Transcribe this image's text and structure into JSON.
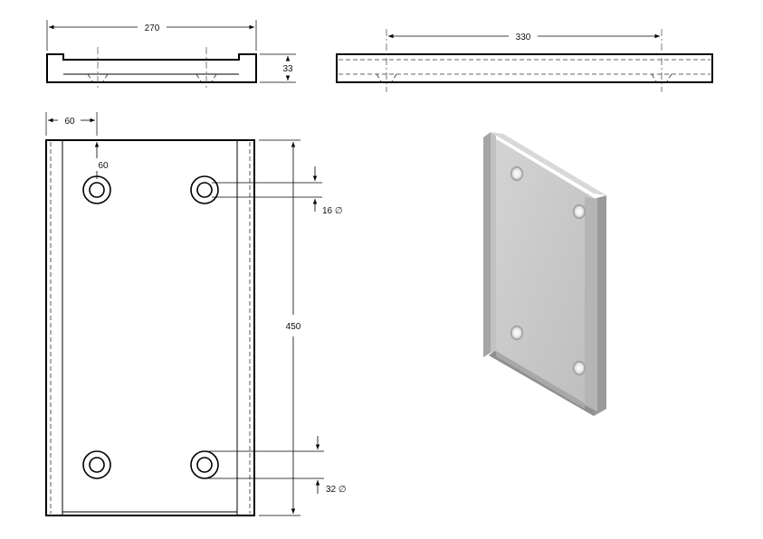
{
  "dimensions": {
    "front_width": "270",
    "front_height": "33",
    "side_length": "330",
    "plan_edge_offset": "60",
    "plan_hole_offset": "60",
    "plan_length": "450",
    "inner_hole_diameter": "16 ∅",
    "outer_counterbore_diameter": "32 ∅"
  },
  "colors": {
    "line": "#000000",
    "iso_face": "#c9c9c9",
    "iso_side": "#9a9a9a",
    "iso_rail": "#b5b5b5"
  }
}
